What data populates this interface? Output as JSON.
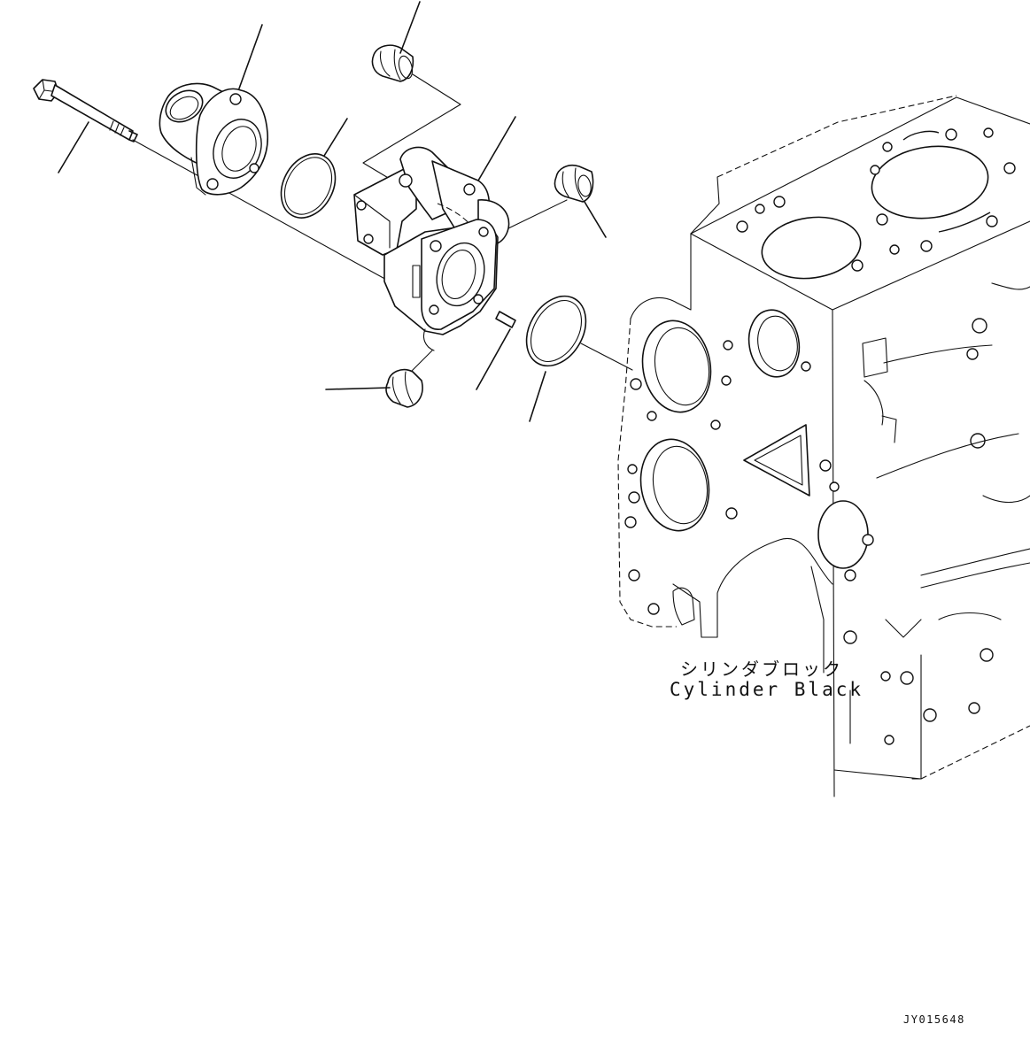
{
  "labels": {
    "block_jp": "シリンダブロック",
    "block_en": "Cylinder Black",
    "drawing_code": "JY015648"
  }
}
